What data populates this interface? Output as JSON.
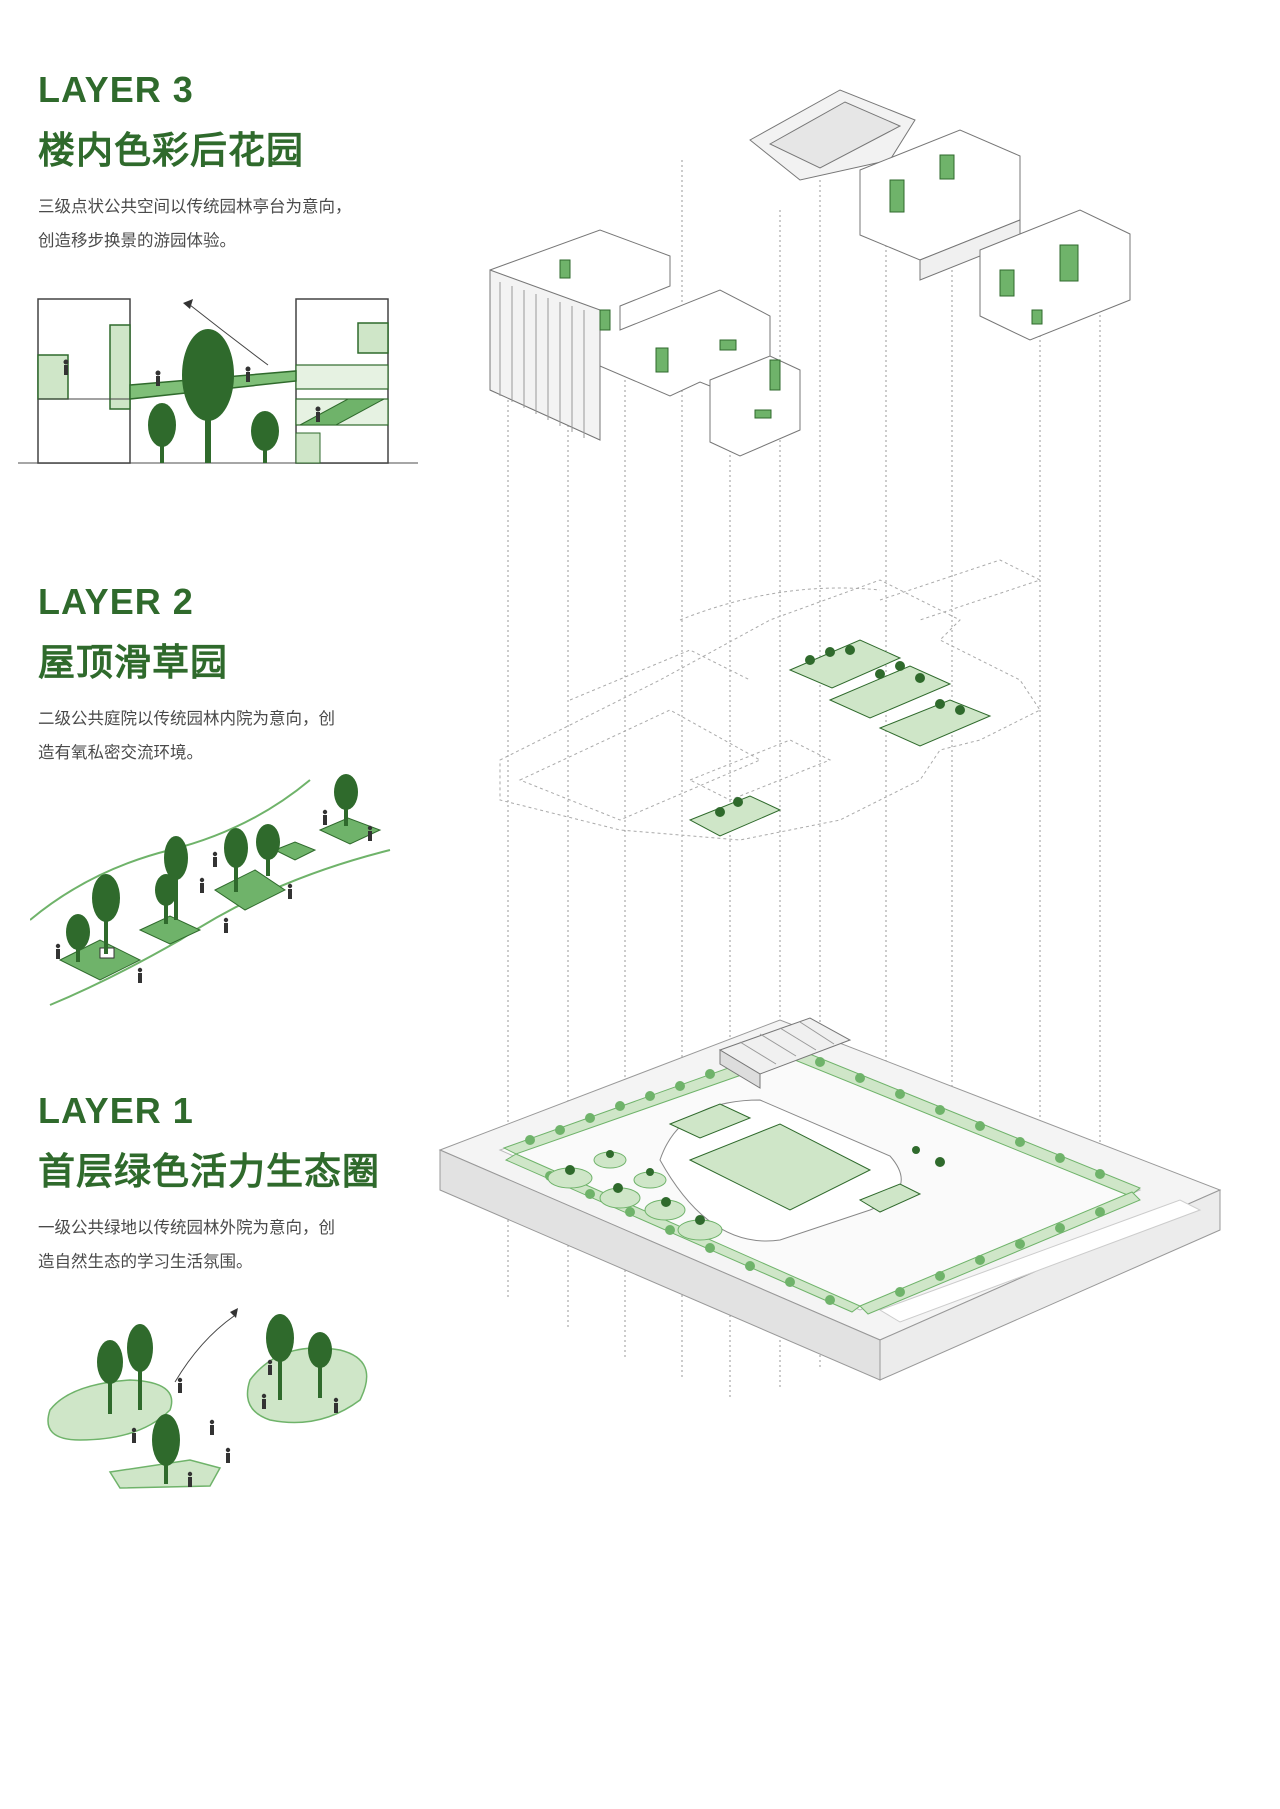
{
  "layers": [
    {
      "tag": "LAYER 3",
      "title": "楼内色彩后花园",
      "desc_line1": "三级点状公共空间以传统园林亭台为意向，",
      "desc_line2": "创造移步换景的游园体验。"
    },
    {
      "tag": "LAYER 2",
      "title": "屋顶滑草园",
      "desc_line1": "二级公共庭院以传统园林内院为意向，创",
      "desc_line2": "造有氧私密交流环境。"
    },
    {
      "tag": "LAYER 1",
      "title": "首层绿色活力生态圈",
      "desc_line1": "一级公共绿地以传统园林外院为意向，创",
      "desc_line2": "造自然生态的学习生活氛围。"
    }
  ],
  "colors": {
    "green_dark": "#2f6a2c",
    "green_mid": "#6fb36a",
    "green_light": "#cfe6c8",
    "line_gray": "#9a9a9a"
  }
}
